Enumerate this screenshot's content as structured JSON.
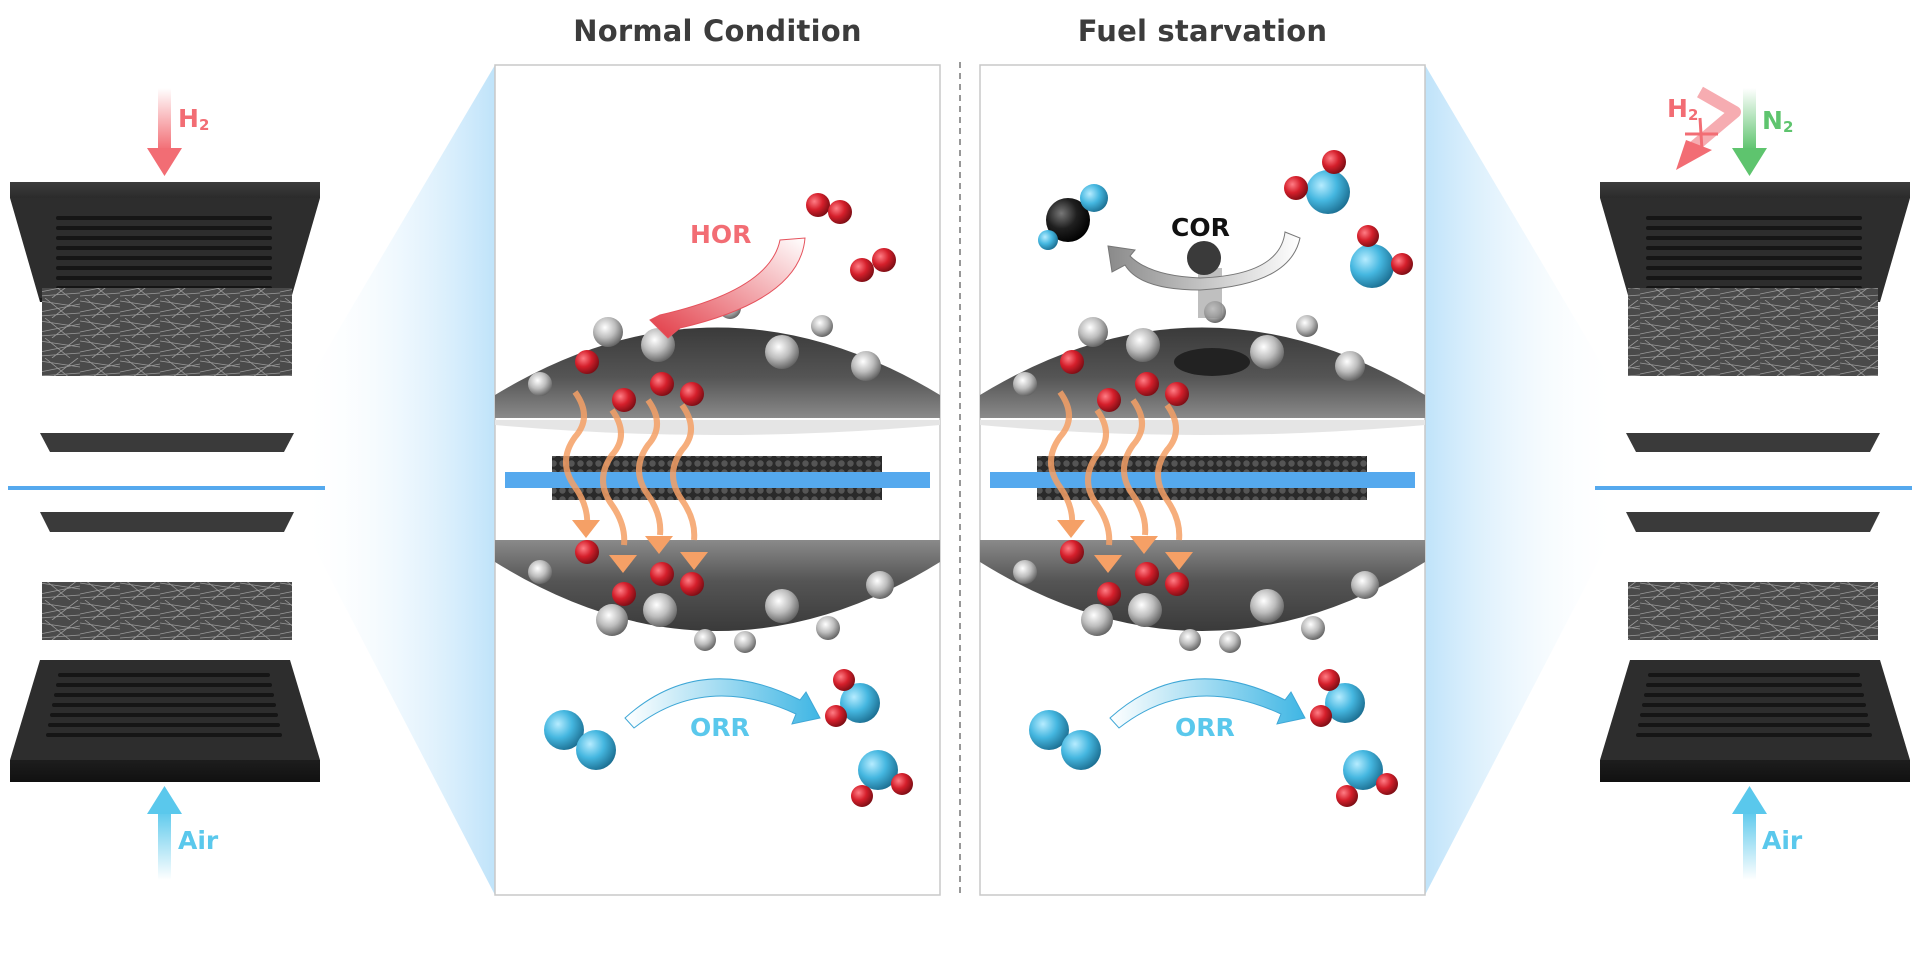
{
  "titles": {
    "normal": "Normal Condition",
    "starvation": "Fuel starvation"
  },
  "labels": {
    "h2_left": "H",
    "h2_left_sub": "2",
    "air_left": "Air",
    "h2_right": "H",
    "h2_right_sub": "2",
    "n2_right": "N",
    "n2_right_sub": "2",
    "air_right": "Air",
    "hor": "HOR",
    "orr_normal": "ORR",
    "cor": "COR",
    "orr_starvation": "ORR"
  },
  "colors": {
    "hydrogen": "#f26d74",
    "air": "#5ac8ec",
    "nitrogen": "#5ec46e",
    "membrane": "#55a9ee",
    "proton": "#d51f2b",
    "oxygen_atom": "#45b7e0",
    "carbon_atom": "#1f1f1f",
    "proton_arrow": "#f5a066",
    "title_text": "#3c3c3c"
  }
}
